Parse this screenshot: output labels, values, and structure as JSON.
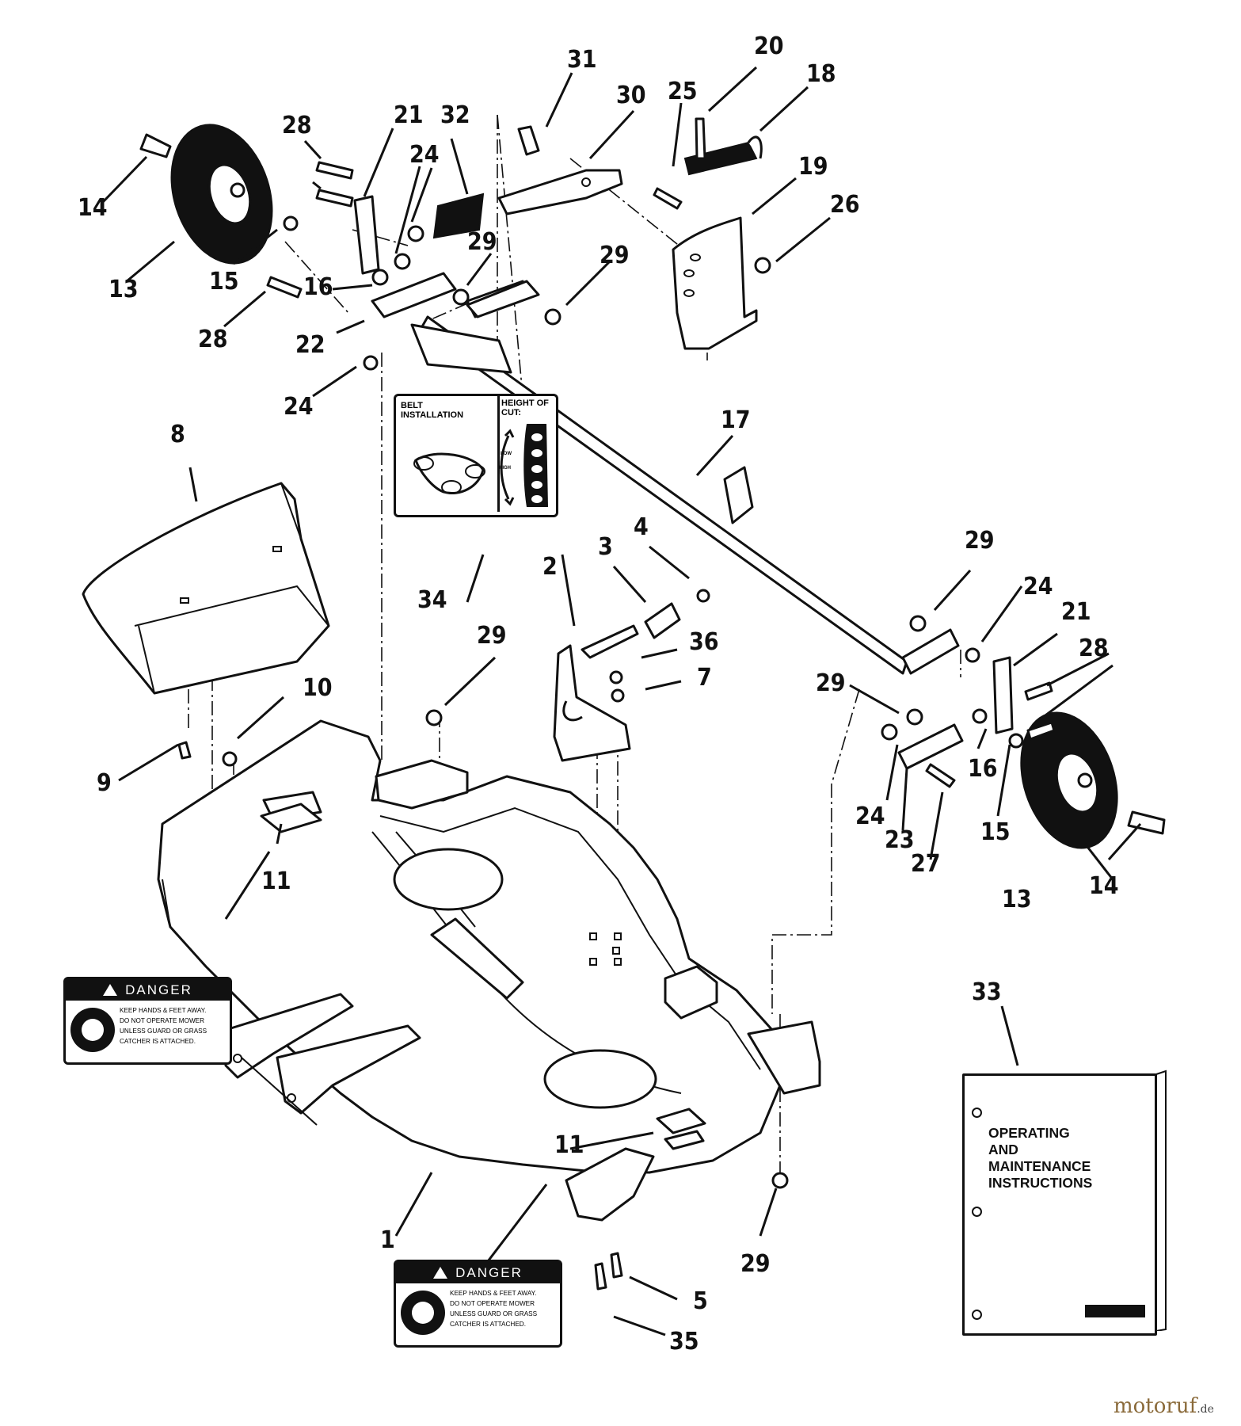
{
  "callouts": {
    "c1": "1",
    "c2": "2",
    "c3": "3",
    "c4": "4",
    "c5": "5",
    "c7": "7",
    "c8": "8",
    "c9": "9",
    "c10": "10",
    "c11a": "11",
    "c11b": "11",
    "c13a": "13",
    "c13b": "13",
    "c14a": "14",
    "c14b": "14",
    "c15a": "15",
    "c15b": "15",
    "c16a": "16",
    "c16b": "16",
    "c17": "17",
    "c18": "18",
    "c19": "19",
    "c20": "20",
    "c21a": "21",
    "c21b": "21",
    "c22": "22",
    "c23": "23",
    "c24a": "24",
    "c24b": "24",
    "c24c": "24",
    "c24d": "24",
    "c25": "25",
    "c26": "26",
    "c27": "27",
    "c28a": "28",
    "c28b": "28",
    "c28c": "28",
    "c29a": "29",
    "c29b": "29",
    "c29c": "29",
    "c29d": "29",
    "c29e": "29",
    "c29f": "29",
    "c30": "30",
    "c31": "31",
    "c32": "32",
    "c33": "33",
    "c34": "34",
    "c35": "35",
    "c36": "36"
  },
  "danger_label": {
    "header": "DANGER",
    "lines": [
      "KEEP HANDS & FEET AWAY.",
      "DO NOT OPERATE MOWER",
      "UNLESS GUARD OR GRASS",
      "CATCHER IS ATTACHED."
    ]
  },
  "decal": {
    "belt_title": "BELT INSTALLATION",
    "height_title": "HEIGHT OF CUT:",
    "low": "LOW",
    "high": "HIGH"
  },
  "manual": {
    "title_lines": [
      "OPERATING",
      "AND",
      "MAINTENANCE",
      "INSTRUCTIONS"
    ]
  },
  "watermark": {
    "brand": "motoruf",
    "tld": ".de"
  }
}
